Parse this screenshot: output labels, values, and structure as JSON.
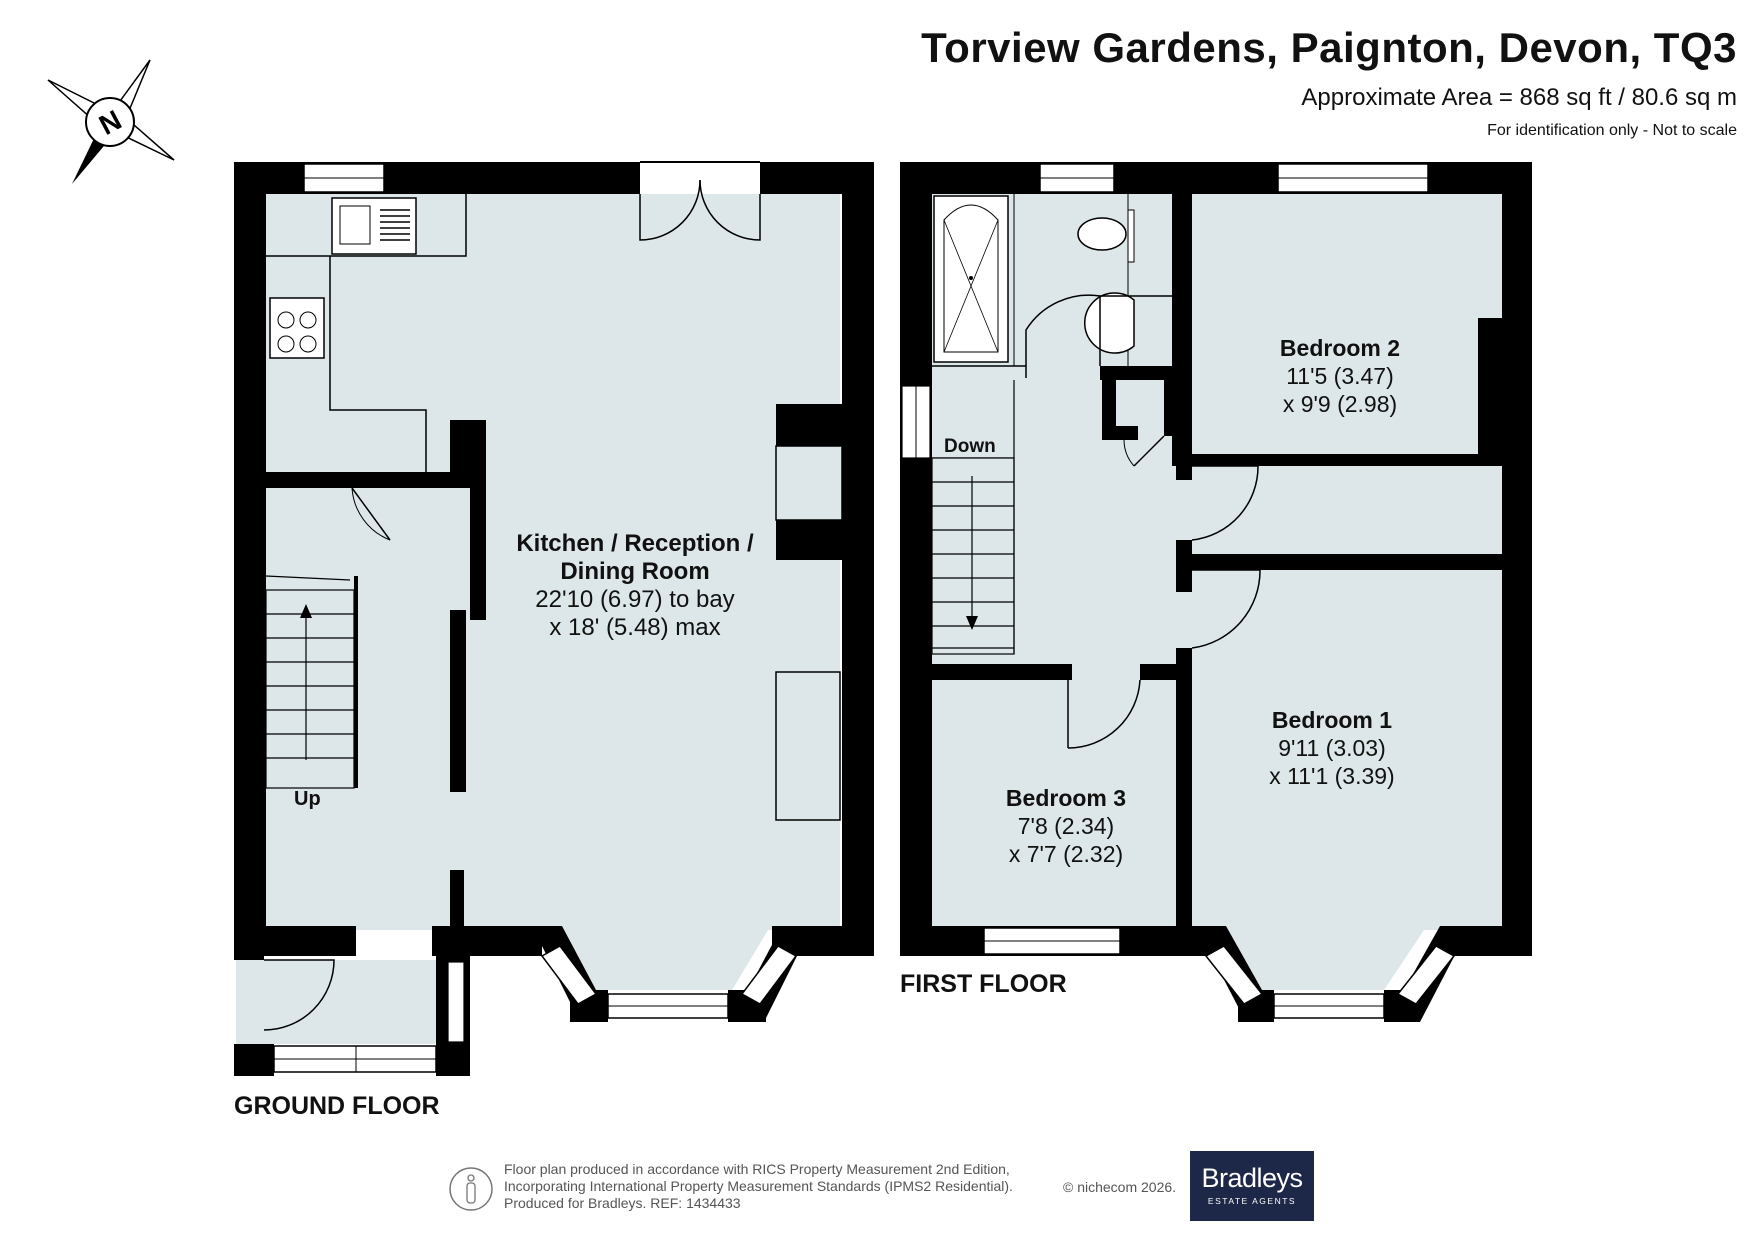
{
  "header": {
    "title": "Torview Gardens, Paignton, Devon, TQ3",
    "area": "Approximate Area = 868 sq ft / 80.6 sq m",
    "disclaimer": "For identification only - Not to scale"
  },
  "compass": {
    "letter": "N",
    "icon": "compass-icon"
  },
  "ground_floor": {
    "label": "GROUND FLOOR",
    "stairs_label": "Up",
    "rooms": [
      {
        "name": "Kitchen / Reception /",
        "name2": "Dining Room",
        "dim1": "22'10 (6.97) to bay",
        "dim2": "x 18' (5.48) max"
      }
    ]
  },
  "first_floor": {
    "label": "FIRST FLOOR",
    "stairs_label": "Down",
    "rooms": [
      {
        "name": "Bedroom 2",
        "dim1": "11'5 (3.47)",
        "dim2": "x 9'9 (2.98)"
      },
      {
        "name": "Bedroom 1",
        "dim1": "9'11 (3.03)",
        "dim2": "x 11'1 (3.39)"
      },
      {
        "name": "Bedroom 3",
        "dim1": "7'8 (2.34)",
        "dim2": "x 7'7 (2.32)"
      }
    ]
  },
  "footer": {
    "line1": "Floor plan produced in accordance with RICS Property Measurement 2nd Edition,",
    "line2": "Incorporating International Property Measurement Standards (IPMS2 Residential).",
    "line3": "Produced for Bradleys.   REF: 1434433",
    "copyright": "© nichecom 2026.",
    "brand_name": "Bradleys",
    "brand_tagline": "ESTATE AGENTS"
  },
  "colors": {
    "floor": "#dde7ea",
    "wall": "#000000",
    "brand_bg": "#1d2747"
  }
}
